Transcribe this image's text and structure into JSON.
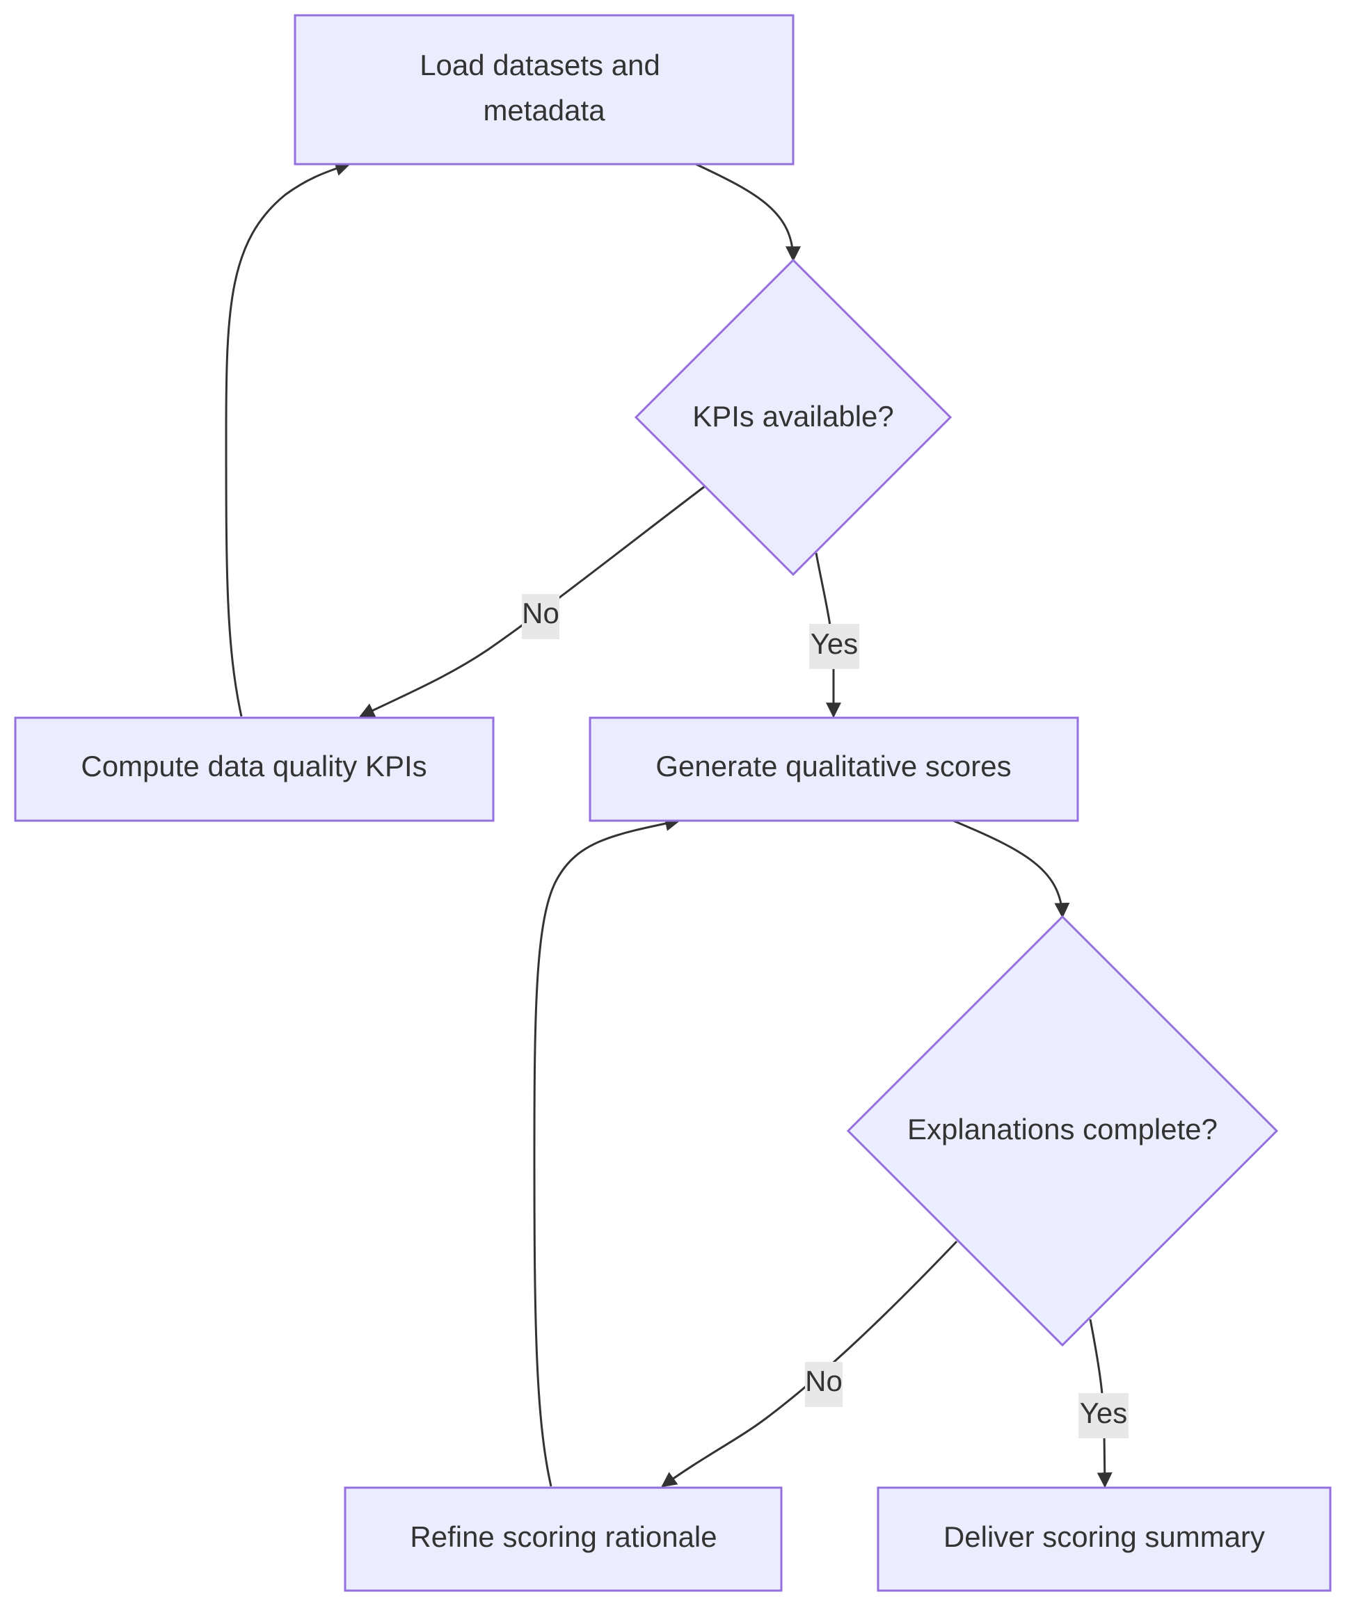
{
  "nodes": {
    "load": {
      "line1": "Load datasets and",
      "line2": "metadata"
    },
    "kpis_available": {
      "label": "KPIs available?"
    },
    "compute_kpis": {
      "label": "Compute data quality KPIs"
    },
    "generate_scores": {
      "label": "Generate qualitative scores"
    },
    "explanations_complete": {
      "label": "Explanations complete?"
    },
    "refine": {
      "label": "Refine scoring rationale"
    },
    "deliver": {
      "label": "Deliver scoring summary"
    }
  },
  "edges": {
    "kpis_no": "No",
    "kpis_yes": "Yes",
    "expl_no": "No",
    "expl_yes": "Yes"
  },
  "colors": {
    "node_fill": "#ececff",
    "node_stroke": "#9370db",
    "edge": "#333333",
    "label_bg": "#e8e8e8",
    "text": "#333333"
  }
}
